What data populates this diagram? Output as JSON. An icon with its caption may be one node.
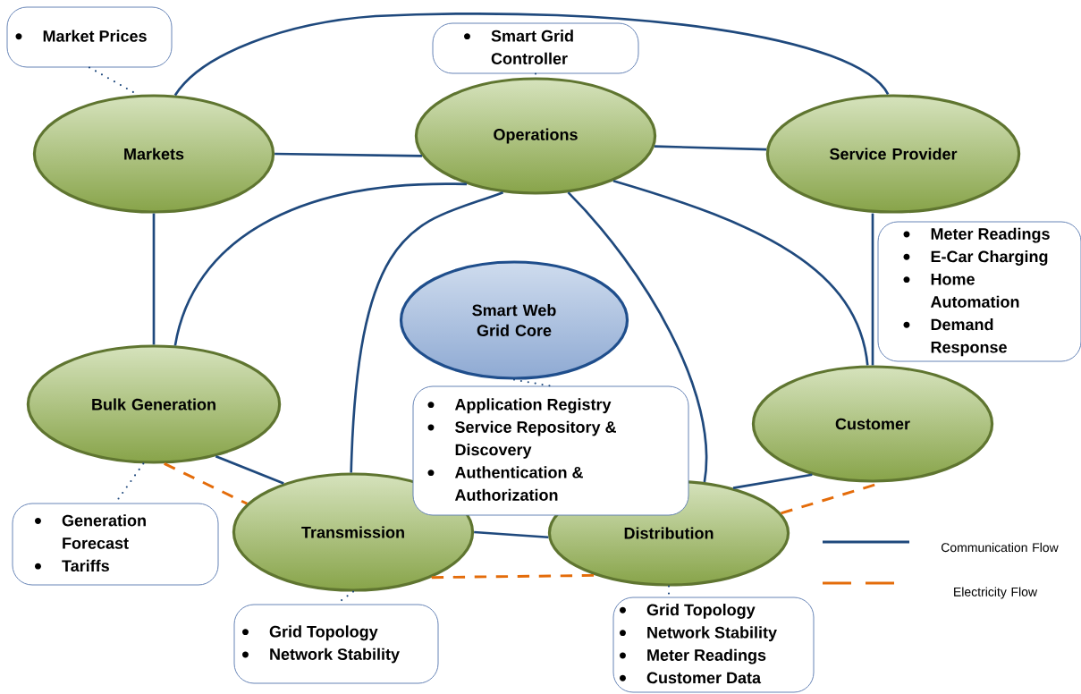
{
  "diagram": {
    "nodes": [
      {
        "text": [
          "Markets"
        ]
      },
      {
        "text": [
          "Operations"
        ]
      },
      {
        "text": [
          "Service Provider"
        ]
      },
      {
        "text": [
          "Smart Web Grid Core"
        ]
      },
      {
        "text": [
          "Bulk Generation"
        ]
      },
      {
        "text": [
          "Customer"
        ]
      },
      {
        "text": [
          "Transmission"
        ]
      },
      {
        "text": [
          "Distribution"
        ]
      },
      {
        "text": [
          "Market Prices"
        ]
      },
      {
        "text": [
          "Smart Grid Controller"
        ]
      },
      {
        "text": [
          "Meter Readings",
          "E-Car Charging",
          "Home Automation",
          "Demand Response"
        ]
      },
      {
        "text": [
          "Application Registry",
          "Service Repository & Discovery",
          "Authentication & Authorization"
        ]
      },
      {
        "text": [
          "Generation Forecast",
          "Tariffs"
        ]
      },
      {
        "text": [
          "Grid Topology",
          "Network Stability"
        ]
      },
      {
        "text": [
          "Grid Topology",
          "Network Stability",
          "Meter Readings",
          "Customer Data"
        ]
      }
    ],
    "edges": [
      {
        "from": 0,
        "to": 1,
        "arrow": "none"
      },
      {
        "from": 0,
        "to": 2,
        "arrow": "none"
      },
      {
        "from": 1,
        "to": 2,
        "arrow": "none"
      },
      {
        "from": 0,
        "to": 4,
        "arrow": "none"
      },
      {
        "from": 1,
        "to": 4,
        "arrow": "none"
      },
      {
        "from": 1,
        "to": 6,
        "arrow": "none"
      },
      {
        "from": 1,
        "to": 7,
        "arrow": "none"
      },
      {
        "from": 1,
        "to": 5,
        "arrow": "none"
      },
      {
        "from": 2,
        "to": 5,
        "arrow": "none"
      },
      {
        "from": 4,
        "to": 6,
        "arrow": "none"
      },
      {
        "from": 6,
        "to": 7,
        "arrow": "none"
      },
      {
        "from": 7,
        "to": 5,
        "arrow": "none"
      },
      {
        "from": 4,
        "to": 6,
        "arrow": "none",
        "style": "dashed",
        "color": "#e46c0a"
      },
      {
        "from": 6,
        "to": 7,
        "arrow": "none",
        "style": "dashed",
        "color": "#e46c0a"
      },
      {
        "from": 7,
        "to": 5,
        "arrow": "none",
        "style": "dashed",
        "color": "#e46c0a"
      },
      {
        "from": 8,
        "to": 0,
        "arrow": "none",
        "style": "dashed"
      },
      {
        "from": 9,
        "to": 1,
        "arrow": "none",
        "style": "dashed"
      },
      {
        "from": 3,
        "to": 11,
        "arrow": "none",
        "style": "dashed"
      },
      {
        "from": 4,
        "to": 12,
        "arrow": "none",
        "style": "dashed"
      },
      {
        "from": 6,
        "to": 13,
        "arrow": "none",
        "style": "dashed"
      },
      {
        "from": 7,
        "to": 14,
        "arrow": "none",
        "style": "dashed"
      }
    ],
    "legend": [
      {
        "text": "Communication Flow"
      },
      {
        "text": "Electricity Flow"
      }
    ]
  }
}
